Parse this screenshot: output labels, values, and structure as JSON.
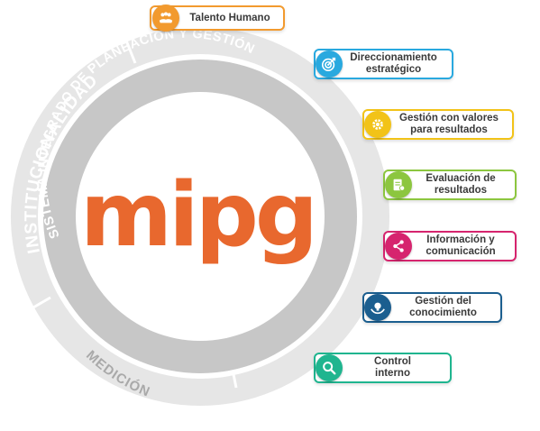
{
  "logo": {
    "text": "mipg",
    "color": "#e8682e"
  },
  "rings": {
    "outer_labels": [
      "INSTITUCIONALIDAD",
      "MEDICIÓN"
    ],
    "inner_label": "SISTEMA INTEGRADO DE PLANEACIÓN Y GESTIÓN"
  },
  "dimensions": [
    {
      "label_lines": [
        "Talento Humano"
      ],
      "color": "#f29a2e",
      "icon": "people-hands-icon"
    },
    {
      "label_lines": [
        "Direccionamiento",
        "estratégico"
      ],
      "color": "#29a9df",
      "icon": "target-icon"
    },
    {
      "label_lines": [
        "Gestión con valores",
        "para resultados"
      ],
      "color": "#f2c318",
      "icon": "gear-icon"
    },
    {
      "label_lines": [
        "Evaluación de",
        "resultados"
      ],
      "color": "#8cc63f",
      "icon": "document-icon"
    },
    {
      "label_lines": [
        "Información y",
        "comunicación"
      ],
      "color": "#d6246e",
      "icon": "share-icon"
    },
    {
      "label_lines": [
        "Gestión del",
        "conocimiento"
      ],
      "color": "#1b5e8f",
      "icon": "lightbulb-hands-icon"
    },
    {
      "label_lines": [
        "Control",
        "interno"
      ],
      "color": "#1fb58f",
      "icon": "magnifier-icon"
    }
  ]
}
